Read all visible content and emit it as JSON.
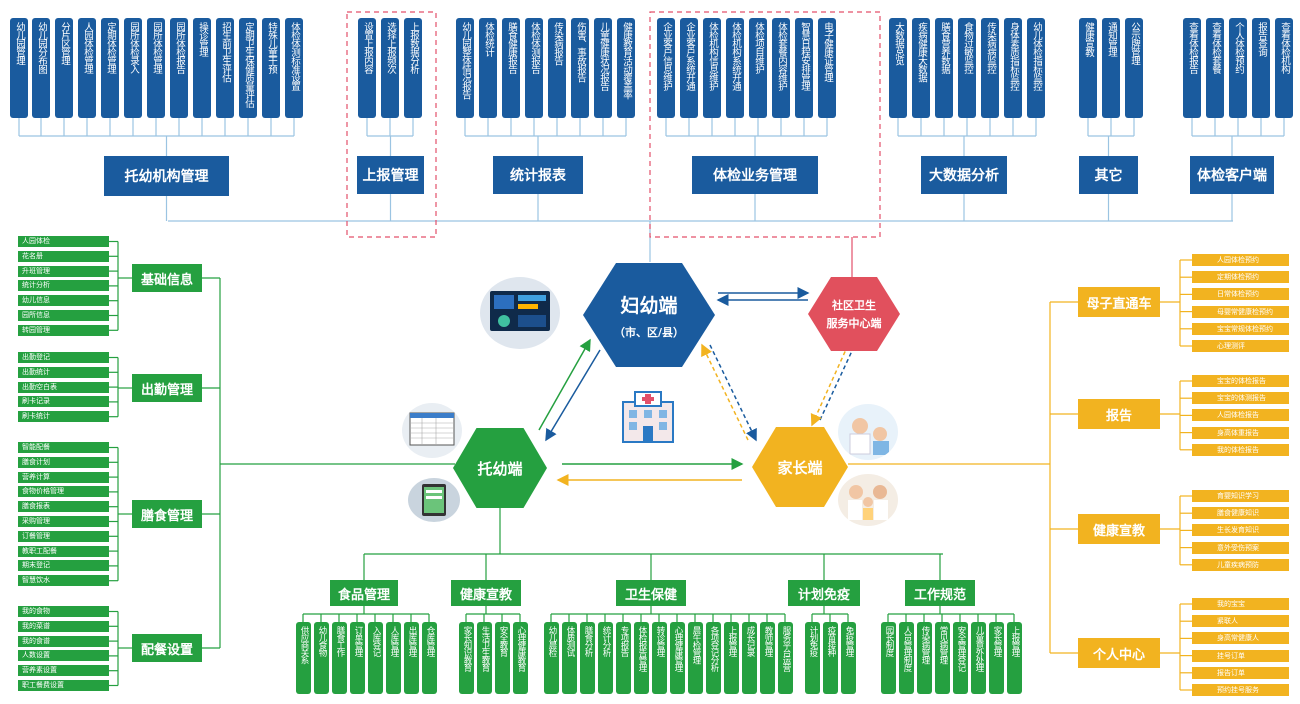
{
  "colors": {
    "blue": "#1a5b9e",
    "green": "#25a040",
    "orange": "#f2b320",
    "red": "#e1505d",
    "line": "#9bc4e2",
    "dash": "#e3506a"
  },
  "top_groups": [
    {
      "label": "托幼机构管理",
      "items": [
        "幼儿园管理",
        "幼儿园分布图",
        "分片区管理",
        "人园体检管理",
        "定期体检管理",
        "园所体检录入",
        "园所体检管理",
        "园所体检报告",
        "操诊管理",
        "招生前卫生评估",
        "定期卫生保健质量评估",
        "特殊儿童干预",
        "体检体测标准设置"
      ]
    },
    {
      "label": "上报管理",
      "items": [
        "设置上报内容",
        "选择上报频次",
        "上报数据分析"
      ]
    },
    {
      "label": "统计报表",
      "items": [
        "幼儿园整体情况报告",
        "体检统计",
        "膳食健康报告",
        "体检体测报告",
        "传染病报告",
        "伤害、事故报告",
        "儿童健康状况报告",
        "健康教育活动覆盖率"
      ]
    },
    {
      "label": "体检业务管理",
      "items": [
        "企业客户信息维护",
        "企业客户系统开通",
        "体检机构信息维护",
        "体检机构系统开通",
        "体检项目维护",
        "体检套餐内容维护",
        "智慧日程安排管理",
        "电子健康证管理"
      ]
    },
    {
      "label": "大数据分析",
      "items": [
        "大数据总览",
        "疾病健康大数据",
        "膳食营养数据",
        "食物过敏监控",
        "传染病病监控",
        "身体素质指标监控",
        "幼儿体检指标监控"
      ]
    },
    {
      "label": "其它",
      "items": [
        "健康宣教",
        "通知管理",
        "公示牌管理"
      ]
    },
    {
      "label": "体检客户端",
      "items": [
        "查看体检报告",
        "查看体检套餐",
        "个人体检预约",
        "报告查询",
        "查看体检机构"
      ]
    }
  ],
  "left_groups": [
    {
      "label": "基础信息",
      "items": [
        "人园体检",
        "花名册",
        "升班管理",
        "统计分析",
        "幼儿信息",
        "园所信息",
        "转园管理"
      ]
    },
    {
      "label": "出勤管理",
      "items": [
        "出勤登记",
        "出勤统计",
        "出勤空白表",
        "刷卡记录",
        "刷卡统计"
      ]
    },
    {
      "label": "膳食管理",
      "items": [
        "智能配餐",
        "膳食计划",
        "营养计算",
        "食物价格管理",
        "膳食报表",
        "采购管理",
        "订餐管理",
        "教职工配餐",
        "期末登记",
        "智慧饮水"
      ]
    },
    {
      "label": "配餐设置",
      "items": [
        "我的食物",
        "我的菜谱",
        "我的食谱",
        "人数设置",
        "营养素设置",
        "职工餐费设置"
      ]
    }
  ],
  "right_groups": [
    {
      "label": "母子直通车",
      "items": [
        "人园体检预约",
        "定期体检预约",
        "日常体检预约",
        "母婴常健康检预约",
        "宝宝常规体检预约",
        "心理测评"
      ]
    },
    {
      "label": "报告",
      "items": [
        "宝宝的体检报告",
        "宝宝的体测报告",
        "人园体检报告",
        "身高体重报告",
        "我的体检报告"
      ]
    },
    {
      "label": "健康宣教",
      "items": [
        "育婴知识学习",
        "膳食健康知识",
        "生长发育知识",
        "意外受伤预案",
        "儿童疾病预防"
      ]
    },
    {
      "label": "个人中心",
      "items": [
        "我的宝宝",
        "紧联人",
        "身高常健康人",
        "挂号订单",
        "报告订单",
        "预约挂号服务"
      ]
    }
  ],
  "bottom_groups": [
    {
      "label": "食品管理",
      "items": [
        "供应商关系",
        "幼儿食物",
        "膳食工作",
        "订单管理",
        "入库登记",
        "人库管理",
        "出库管理",
        "仓库管理"
      ]
    },
    {
      "label": "健康宣教",
      "items": [
        "家长知识教育",
        "生活卫生教育",
        "安全教育",
        "心理健康教育"
      ]
    },
    {
      "label": "卫生保健",
      "items": [
        "幼儿晨检",
        "体质测试",
        "膳食分析",
        "统计分析",
        "专项报告",
        "体检报告管理",
        "转诊管理",
        "心理健康管理",
        "晨午检管理",
        "各项登记分析",
        "上报管理",
        "成长记录",
        "教师管理",
        "服务平台运营"
      ]
    },
    {
      "label": "计划免疫",
      "items": [
        "计划免疫",
        "疫苗接种",
        "免疫管理"
      ]
    },
    {
      "label": "工作规范",
      "items": [
        "园长制度",
        "人员管理制度",
        "传染病管理",
        "常见病管理",
        "安全管理登记",
        "儿童意外处理",
        "家长管理",
        "上报管理"
      ]
    }
  ],
  "center": {
    "fuyou": {
      "title": "妇幼端",
      "subtitle": "（市、区/县）"
    },
    "shequ": {
      "line1": "社区卫生",
      "line2": "服务中心端"
    },
    "tuoyou": {
      "title": "托幼端"
    },
    "jiazhang": {
      "title": "家长端"
    }
  },
  "icons": [
    "hospital-icon",
    "dashboard-screen-photo",
    "spreadsheet-screen-photo",
    "tablet-app-photo",
    "doctor-child-photo",
    "parents-child-photo"
  ]
}
